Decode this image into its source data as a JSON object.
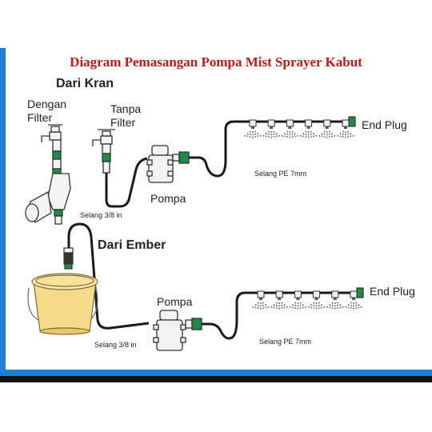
{
  "title": "Diagram Pemasangan Pompa Mist Sprayer Kabut",
  "sections": {
    "kran": "Dari Kran",
    "ember": "Dari Ember"
  },
  "labels": {
    "with_filter_1": "Dengan",
    "with_filter_2": "Filter",
    "without_filter_1": "Tanpa",
    "without_filter_2": "Filter",
    "pump_top": "Pompa",
    "pump_bottom": "Pompa",
    "end_plug_top": "End Plug",
    "end_plug_bottom": "End Plug",
    "hose_pe_top": "Selang PE 7mm",
    "hose_pe_bottom": "Selang PE 7mm",
    "hose_38_top": "Selang 3/8 in",
    "hose_38_bottom": "Selang 3/8 in"
  },
  "colors": {
    "title": "#c01818",
    "frame_blue": "#1e7fd6",
    "connector_green": "#1f8a4a",
    "bucket": "#f6dc8a",
    "hose": "#1a1a1a"
  },
  "nozzle_count_per_line": 6
}
